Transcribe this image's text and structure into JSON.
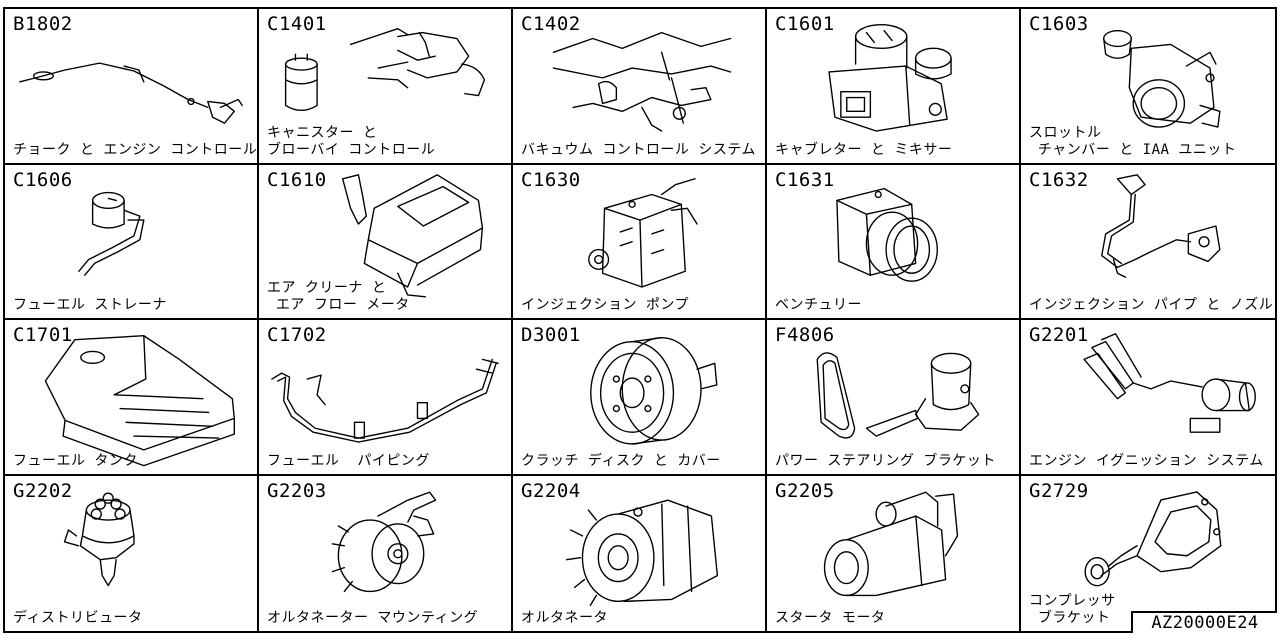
{
  "diagram_id": "AZ20000E24",
  "cells": [
    {
      "code": "B1802",
      "label": "チョーク と エンジン コントロール",
      "icon": "choke-cable-icon"
    },
    {
      "code": "C1401",
      "label": "キャニスター と\nブローバイ コントロール",
      "icon": "canister-icon"
    },
    {
      "code": "C1402",
      "label": "バキュウム コントロール システム",
      "icon": "vacuum-hoses-icon"
    },
    {
      "code": "C1601",
      "label": "キャブレター と ミキサー",
      "icon": "carburetor-icon"
    },
    {
      "code": "C1603",
      "label": "スロットル\n チャンバー と IAA ユニット",
      "icon": "throttle-chamber-icon"
    },
    {
      "code": "C1606",
      "label": "フューエル ストレーナ",
      "icon": "fuel-strainer-icon"
    },
    {
      "code": "C1610",
      "label": "エア クリーナ と\n エア フロー メータ",
      "icon": "air-cleaner-icon"
    },
    {
      "code": "C1630",
      "label": "インジェクション ポンプ",
      "icon": "injection-pump-icon"
    },
    {
      "code": "C1631",
      "label": "ベンチュリー",
      "icon": "venturi-icon"
    },
    {
      "code": "C1632",
      "label": "インジェクション パイプ と ノズル",
      "icon": "injection-pipe-icon"
    },
    {
      "code": "C1701",
      "label": "フューエル タンク",
      "icon": "fuel-tank-icon"
    },
    {
      "code": "C1702",
      "label": "フューエル  パイピング",
      "icon": "fuel-piping-icon"
    },
    {
      "code": "D3001",
      "label": "クラッチ ディスク と カバー",
      "icon": "clutch-disc-icon"
    },
    {
      "code": "F4806",
      "label": "パワー ステアリング ブラケット",
      "icon": "power-steering-bracket-icon"
    },
    {
      "code": "G2201",
      "label": "エンジン イグニッション システム",
      "icon": "ignition-system-icon"
    },
    {
      "code": "G2202",
      "label": "ディストリビュータ",
      "icon": "distributor-icon"
    },
    {
      "code": "G2203",
      "label": "オルタネーター マウンティング",
      "icon": "alternator-mounting-icon"
    },
    {
      "code": "G2204",
      "label": "オルタネータ",
      "icon": "alternator-icon"
    },
    {
      "code": "G2205",
      "label": "スタータ モータ",
      "icon": "starter-motor-icon"
    },
    {
      "code": "G2729",
      "label": "コンプレッサ\n ブラケット",
      "icon": "compressor-bracket-icon"
    }
  ]
}
